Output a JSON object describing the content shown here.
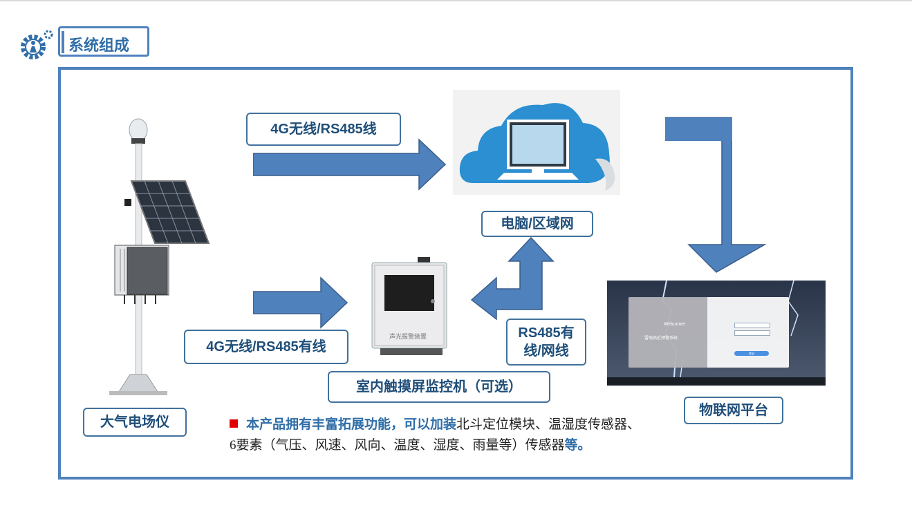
{
  "section_title": "系统组成",
  "labels": {
    "wireless_top": "4G无线/RS485线",
    "wireless_bottom": "4G无线/RS485有线",
    "computer_lan": "电脑/区域网",
    "rs485_wired_line1": "RS485有",
    "rs485_wired_line2": "线/网线",
    "indoor_monitor": "室内触摸屏监控机（可选）",
    "field_meter": "大气电场仪",
    "iot_platform": "物联网平台"
  },
  "device_panel_text": "声光报警装置",
  "platform_screen": {
    "welcome": "Welcome!",
    "system_name": "雷电临近预警系统",
    "login_button": "登录"
  },
  "note": {
    "highlight_start": "本产品拥有丰富拓展功能，可以加装",
    "body": "北斗定位模块、温湿度传感器、6要素（气压、风速、风向、温度、湿度、雨量等）传感器",
    "highlight_end": "等。"
  },
  "colors": {
    "accent": "#4f81bd",
    "label_text": "#1f4e79",
    "bullet": "#e00000",
    "cloud": "#2b8fd1"
  }
}
